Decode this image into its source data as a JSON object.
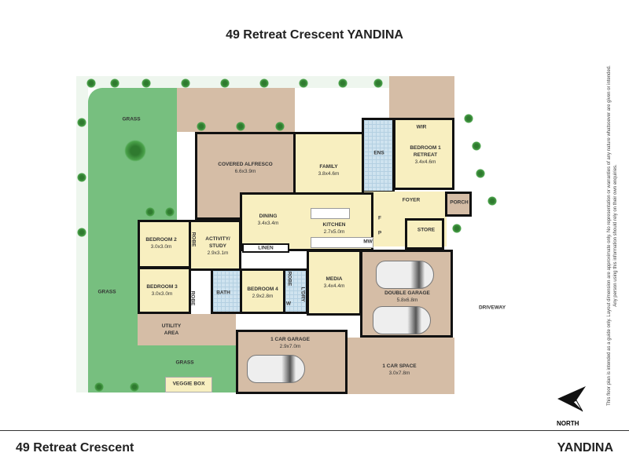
{
  "header": {
    "title": "49 Retreat Crescent YANDINA"
  },
  "rooms": {
    "grass_top": "GRASS",
    "grass_left": "GRASS",
    "grass_bottom": "GRASS",
    "alfresco": {
      "name": "COVERED ALFRESCO",
      "size": "6.6x3.9m"
    },
    "family": {
      "name": "FAMILY",
      "size": "3.8x4.6m"
    },
    "ens": "ENS",
    "wir": "WIR",
    "bedroom1": {
      "name": "BEDROOM 1",
      "sub": "RETREAT",
      "size": "3.4x4.6m"
    },
    "foyer": "FOYER",
    "porch": "PORCH",
    "store": "STORE",
    "dining": {
      "name": "DINING",
      "size": "3.4x3.4m"
    },
    "kitchen": {
      "name": "KITCHEN",
      "size": "2.7x5.0m"
    },
    "f": "F",
    "p": "P",
    "mw": "MW",
    "linen": "LINEN",
    "bedroom2": {
      "name": "BEDROOM 2",
      "size": "3.0x3.0m"
    },
    "bedroom3": {
      "name": "BEDROOM 3",
      "size": "3.0x3.0m"
    },
    "bedroom4": {
      "name": "BEDROOM 4",
      "size": "2.9x2.8m"
    },
    "activity": {
      "name": "ACTIVITY/",
      "sub": "STUDY",
      "size": "2.9x3.1m"
    },
    "robe": "ROBE",
    "bath": "BATH",
    "w": "W",
    "ldry": "L'DRY",
    "media": {
      "name": "MEDIA",
      "size": "3.4x4.4m"
    },
    "double_garage": {
      "name": "DOUBLE GARAGE",
      "size": "5.8x6.8m"
    },
    "utility": {
      "name": "UTILITY",
      "sub": "AREA"
    },
    "car_garage": {
      "name": "1 CAR GARAGE",
      "size": "2.9x7.0m"
    },
    "car_space": {
      "name": "1 CAR SPACE",
      "size": "3.0x7.8m"
    },
    "driveway": "DRIVEWAY",
    "veggie": "VEGGIE BOX"
  },
  "compass": {
    "label": "NORTH"
  },
  "disclaimer": "This floor plan is intended as a guide only. Layout dimension are approximate only. No representation or warranties of any nature whatsoever are given or intended. Any person using this information should rely on their own enquiries.",
  "footer": {
    "address": "49 Retreat Crescent",
    "suburb": "YANDINA"
  }
}
